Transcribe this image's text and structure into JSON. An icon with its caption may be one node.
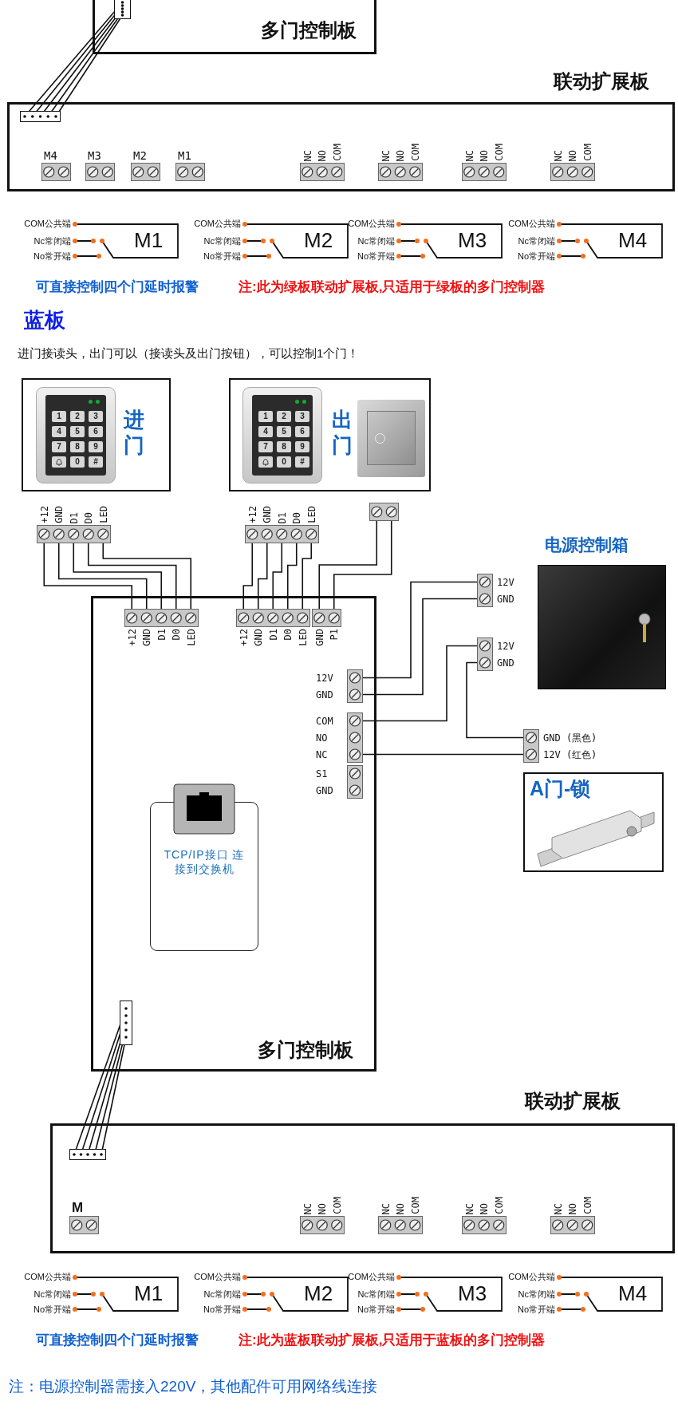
{
  "diagram": {
    "nodes": [
      {
        "text": [
          "多门控制板"
        ]
      },
      {
        "text": [],
        "shape": "box",
        "in": 0
      },
      {
        "text": [
          "联动扩展板"
        ]
      },
      {
        "text": [],
        "shape": "box",
        "in": 2
      },
      {
        "text": [
          "M4"
        ],
        "in": 2
      },
      {
        "text": [
          "M3"
        ],
        "in": 2
      },
      {
        "text": [
          "M2"
        ],
        "in": 2
      },
      {
        "text": [
          "M1"
        ],
        "in": 2
      },
      {
        "text": [
          "NC",
          "NO",
          "COM"
        ],
        "in": 2
      },
      {
        "text": [
          "NC",
          "NO",
          "COM"
        ],
        "in": 2
      },
      {
        "text": [
          "NC",
          "NO",
          "COM"
        ],
        "in": 2
      },
      {
        "text": [
          "NC",
          "NO",
          "COM"
        ],
        "in": 2
      },
      {
        "text": [
          "M1"
        ],
        "beside": [
          "COM公共端",
          "Nc常闭端",
          "No常开端"
        ]
      },
      {
        "text": [
          "M2"
        ],
        "beside": [
          "COM公共端",
          "Nc常闭端",
          "No常开端"
        ]
      },
      {
        "text": [
          "M3"
        ],
        "beside": [
          "COM公共端",
          "Nc常闭端",
          "No常开端"
        ]
      },
      {
        "text": [
          "M4"
        ],
        "beside": [
          "COM公共端",
          "Nc常闭端",
          "No常开端"
        ]
      },
      {
        "text": [
          "进门"
        ]
      },
      {
        "text": [
          "出门"
        ]
      },
      {
        "text": [
          "+12",
          "GND",
          "D1",
          "D0",
          "LED"
        ]
      },
      {
        "text": [
          "+12",
          "GND",
          "D1",
          "D0",
          "LED"
        ]
      },
      {
        "text": [],
        "shape": "box"
      },
      {
        "text": [
          "多门控制板"
        ]
      },
      {
        "text": [
          "+12",
          "GND",
          "D1",
          "D0",
          "LED"
        ],
        "in": 21
      },
      {
        "text": [
          "+12",
          "GND",
          "D1",
          "D0",
          "LED"
        ],
        "in": 21
      },
      {
        "text": [
          "GND",
          "P1"
        ],
        "in": 21
      },
      {
        "text": [
          "12V",
          "GND"
        ],
        "in": 21
      },
      {
        "text": [
          "COM",
          "NO",
          "NC"
        ],
        "in": 21
      },
      {
        "text": [
          "S1",
          "GND"
        ],
        "in": 21
      },
      {
        "text": [
          "TCP/IP接口 连接到交换机"
        ],
        "in": 21
      },
      {
        "text": [],
        "shape": "box",
        "in": 21
      },
      {
        "text": [
          "电源控制箱"
        ]
      },
      {
        "text": [
          "12V",
          "GND"
        ]
      },
      {
        "text": [
          "12V",
          "GND"
        ]
      },
      {
        "text": [
          "GND (黑色)",
          "12V (红色)"
        ]
      },
      {
        "text": [
          "A门-锁"
        ]
      },
      {
        "text": [
          "联动扩展板"
        ]
      },
      {
        "text": [],
        "shape": "box",
        "in": 35
      },
      {
        "text": [
          "M"
        ],
        "in": 35
      },
      {
        "text": [
          "NC",
          "NO",
          "COM"
        ],
        "in": 35
      },
      {
        "text": [
          "NC",
          "NO",
          "COM"
        ],
        "in": 35
      },
      {
        "text": [
          "NC",
          "NO",
          "COM"
        ],
        "in": 35
      },
      {
        "text": [
          "NC",
          "NO",
          "COM"
        ],
        "in": 35
      },
      {
        "text": [
          "M1"
        ],
        "beside": [
          "COM公共端",
          "Nc常闭端",
          "No常开端"
        ]
      },
      {
        "text": [
          "M2"
        ],
        "beside": [
          "COM公共端",
          "Nc常闭端",
          "No常开端"
        ]
      },
      {
        "text": [
          "M3"
        ],
        "beside": [
          "COM公共端",
          "Nc常闭端",
          "No常开端"
        ]
      },
      {
        "text": [
          "M4"
        ],
        "beside": [
          "COM公共端",
          "Nc常闭端",
          "No常开端"
        ]
      }
    ],
    "edges": [
      {
        "from": 1,
        "to": 3,
        "arrow": "none"
      },
      {
        "from": 1,
        "to": 3,
        "arrow": "none"
      },
      {
        "from": 1,
        "to": 3,
        "arrow": "none"
      },
      {
        "from": 1,
        "to": 3,
        "arrow": "none"
      },
      {
        "from": 1,
        "to": 3,
        "arrow": "none"
      },
      {
        "from": 18,
        "to": 22,
        "arrow": "none"
      },
      {
        "from": 18,
        "to": 22,
        "arrow": "none"
      },
      {
        "from": 18,
        "to": 22,
        "arrow": "none"
      },
      {
        "from": 18,
        "to": 22,
        "arrow": "none"
      },
      {
        "from": 18,
        "to": 22,
        "arrow": "none"
      },
      {
        "from": 19,
        "to": 23,
        "arrow": "none"
      },
      {
        "from": 19,
        "to": 23,
        "arrow": "none"
      },
      {
        "from": 19,
        "to": 23,
        "arrow": "none"
      },
      {
        "from": 19,
        "to": 23,
        "arrow": "none"
      },
      {
        "from": 19,
        "to": 23,
        "arrow": "none"
      },
      {
        "from": 20,
        "to": 24,
        "arrow": "none"
      },
      {
        "from": 20,
        "to": 24,
        "arrow": "none"
      },
      {
        "from": 25,
        "to": 31,
        "arrow": "none"
      },
      {
        "from": 25,
        "to": 31,
        "arrow": "none"
      },
      {
        "from": 26,
        "to": 32,
        "arrow": "none"
      },
      {
        "from": 32,
        "to": 33,
        "arrow": "none"
      },
      {
        "from": 26,
        "to": 33,
        "arrow": "none"
      },
      {
        "from": 29,
        "to": 36,
        "arrow": "none"
      },
      {
        "from": 29,
        "to": 36,
        "arrow": "none"
      },
      {
        "from": 29,
        "to": 36,
        "arrow": "none"
      },
      {
        "from": 29,
        "to": 36,
        "arrow": "none"
      },
      {
        "from": 29,
        "to": 36,
        "arrow": "none"
      }
    ],
    "labels": [
      "可直接控制四个门延时报警",
      "注:此为绿板联动扩展板,只适用于绿板的多门控制器",
      "蓝板",
      "进门接读头，出门可以（接读头及出门按钮），可以控制1个门！",
      "1",
      "2",
      "3",
      "4",
      "5",
      "6",
      "7",
      "8",
      "9",
      "0",
      "#",
      "1",
      "2",
      "3",
      "4",
      "5",
      "6",
      "7",
      "8",
      "9",
      "0",
      "#",
      "可直接控制四个门延时报警",
      "注:此为蓝板联动扩展板,只适用于蓝板的多门控制器",
      "注：电源控制器需接入220V，其他配件可用网络线连接"
    ]
  }
}
